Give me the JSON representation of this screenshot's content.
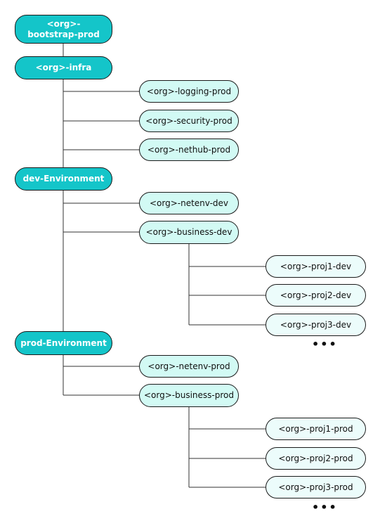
{
  "nodes": {
    "bootstrap_prod": "<org>-bootstrap-prod",
    "infra": "<org>-infra",
    "logging_prod": "<org>-logging-prod",
    "security_prod": "<org>-security-prod",
    "nethub_prod": "<org>-nethub-prod",
    "dev_environment": "dev-Environment",
    "netenv_dev": "<org>-netenv-dev",
    "business_dev": "<org>-business-dev",
    "proj1_dev": "<org>-proj1-dev",
    "proj2_dev": "<org>-proj2-dev",
    "proj3_dev": "<org>-proj3-dev",
    "prod_environment": "prod-Environment",
    "netenv_prod": "<org>-netenv-prod",
    "business_prod": "<org>-business-prod",
    "proj1_prod": "<org>-proj1-prod",
    "proj2_prod": "<org>-proj2-prod",
    "proj3_prod": "<org>-proj3-prod"
  },
  "ellipsis": "•••",
  "colors": {
    "primary": "#14c5c9",
    "child": "#d2faf4",
    "leaf": "#ecfcfb",
    "line": "#333333"
  }
}
